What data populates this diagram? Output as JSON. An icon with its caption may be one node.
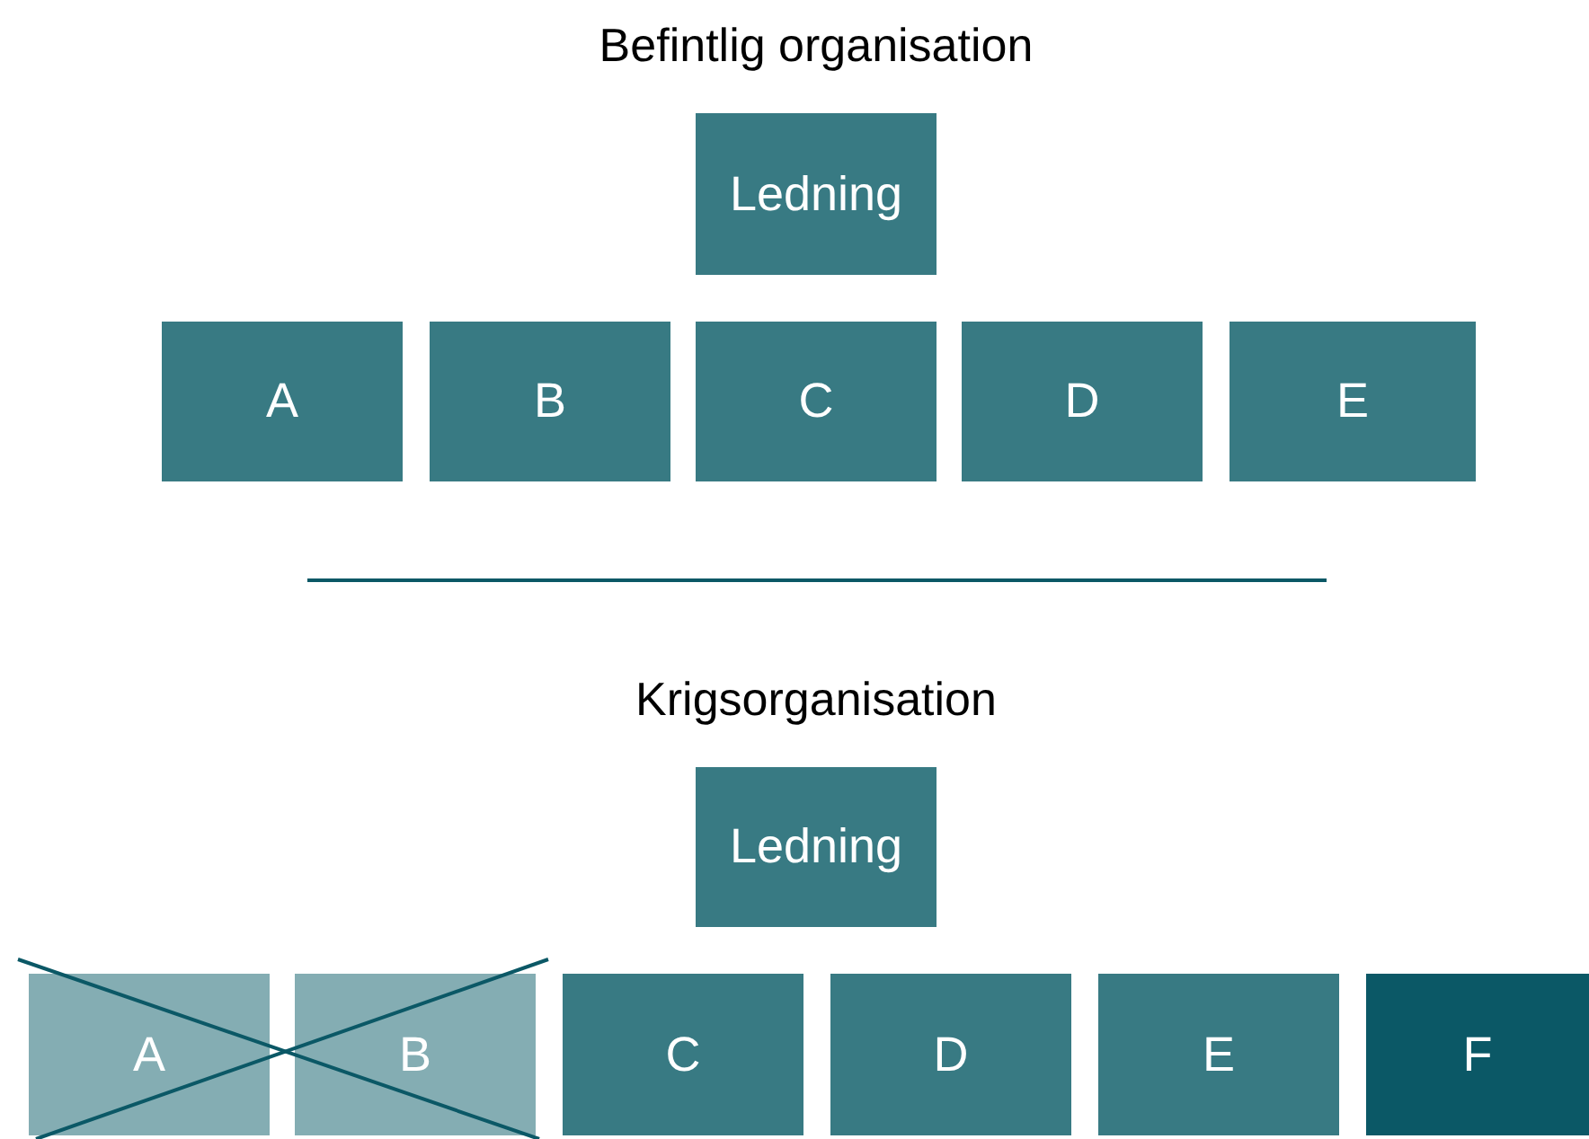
{
  "diagram": {
    "nodes": [
      {
        "text": [
          "Ledning"
        ]
      },
      {
        "text": [
          "A"
        ]
      },
      {
        "text": [
          "B"
        ]
      },
      {
        "text": [
          "C"
        ]
      },
      {
        "text": [
          "D"
        ]
      },
      {
        "text": [
          "E"
        ]
      },
      {
        "text": [
          "Ledning"
        ]
      },
      {
        "text": [
          "A"
        ]
      },
      {
        "text": [
          "B"
        ]
      },
      {
        "text": [
          "C"
        ]
      },
      {
        "text": [
          "D"
        ]
      },
      {
        "text": [
          "E"
        ]
      },
      {
        "text": [
          "F"
        ]
      }
    ],
    "labels": [
      "Befintlig organisation",
      "Krigsorganisation"
    ]
  }
}
